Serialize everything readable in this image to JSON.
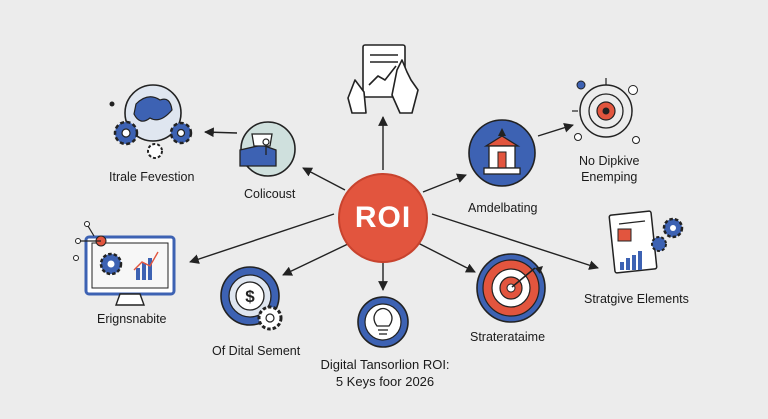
{
  "hub": {
    "label": "ROI",
    "color": "#e2553e"
  },
  "title": {
    "line1": "Digital Tansorlion ROI:",
    "line2": "5 Keys foor 2026"
  },
  "nodes": {
    "top_left": "Itrale Fevestion",
    "upper_left": "Colicoust",
    "left": "Erignsnabite",
    "bottom_left": "Of Dital Sement",
    "upper_right": "Amdelbating",
    "top_right": "No Dipkive\nEnemping",
    "right": "Stratgive Elements",
    "bottom_right": "Straterataime"
  },
  "colors": {
    "accent_blue": "#3d62b3",
    "accent_red": "#e2553e",
    "line": "#222222"
  },
  "icons": [
    "gears-globe-icon",
    "money-bag-icon",
    "monitor-gear-chart-icon",
    "dollar-gear-icon",
    "lightbulb-icon",
    "document-hand-icon",
    "bank-building-icon",
    "target-network-icon",
    "report-gears-icon",
    "bullseye-arrow-icon"
  ]
}
